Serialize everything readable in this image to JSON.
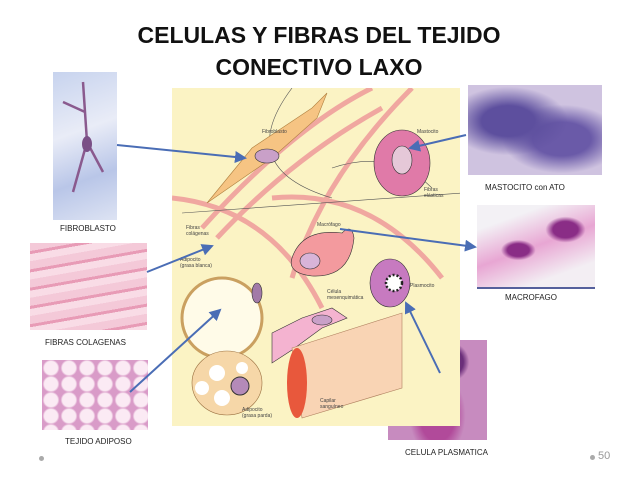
{
  "slide": {
    "title_line1": "CELULAS Y FIBRAS DEL TEJIDO",
    "title_line2": "CONECTIVO LAXO",
    "page_number": "50"
  },
  "photos": {
    "fibroblasto": "FIBROBLASTO",
    "fibras_colagenas": "FIBRAS COLAGENAS",
    "tejido_adiposo": "TEJIDO ADIPOSO",
    "mastocito": "MASTOCITO  con ATO",
    "macrofago": "MACROFAGO",
    "celula_plasmatica": "CELULA PLASMATICA"
  },
  "diagram_labels": {
    "fibroblasto": "Fibroblasto",
    "mastocito": "Mastocito",
    "fibras_elasticas_1": "Fibras",
    "fibras_elasticas_2": "elásticas",
    "fibras_colagenas_1": "Fibras",
    "fibras_colagenas_2": "colágenas",
    "macrofago": "Macrófago",
    "adipocito_blanca_1": "Adipocito",
    "adipocito_blanca_2": "(grasa blanca)",
    "plasmocito": "Plasmocito",
    "celula_mes_1": "Célula",
    "celula_mes_2": "mesenquimática",
    "capilar_1": "Capilar",
    "capilar_2": "sanguíneo",
    "adipocito_parda_1": "Adipocito",
    "adipocito_parda_2": "(grasa parda)"
  },
  "colors": {
    "arrow": "#4a6db5",
    "diagram_bg": "#fbf3c4"
  }
}
